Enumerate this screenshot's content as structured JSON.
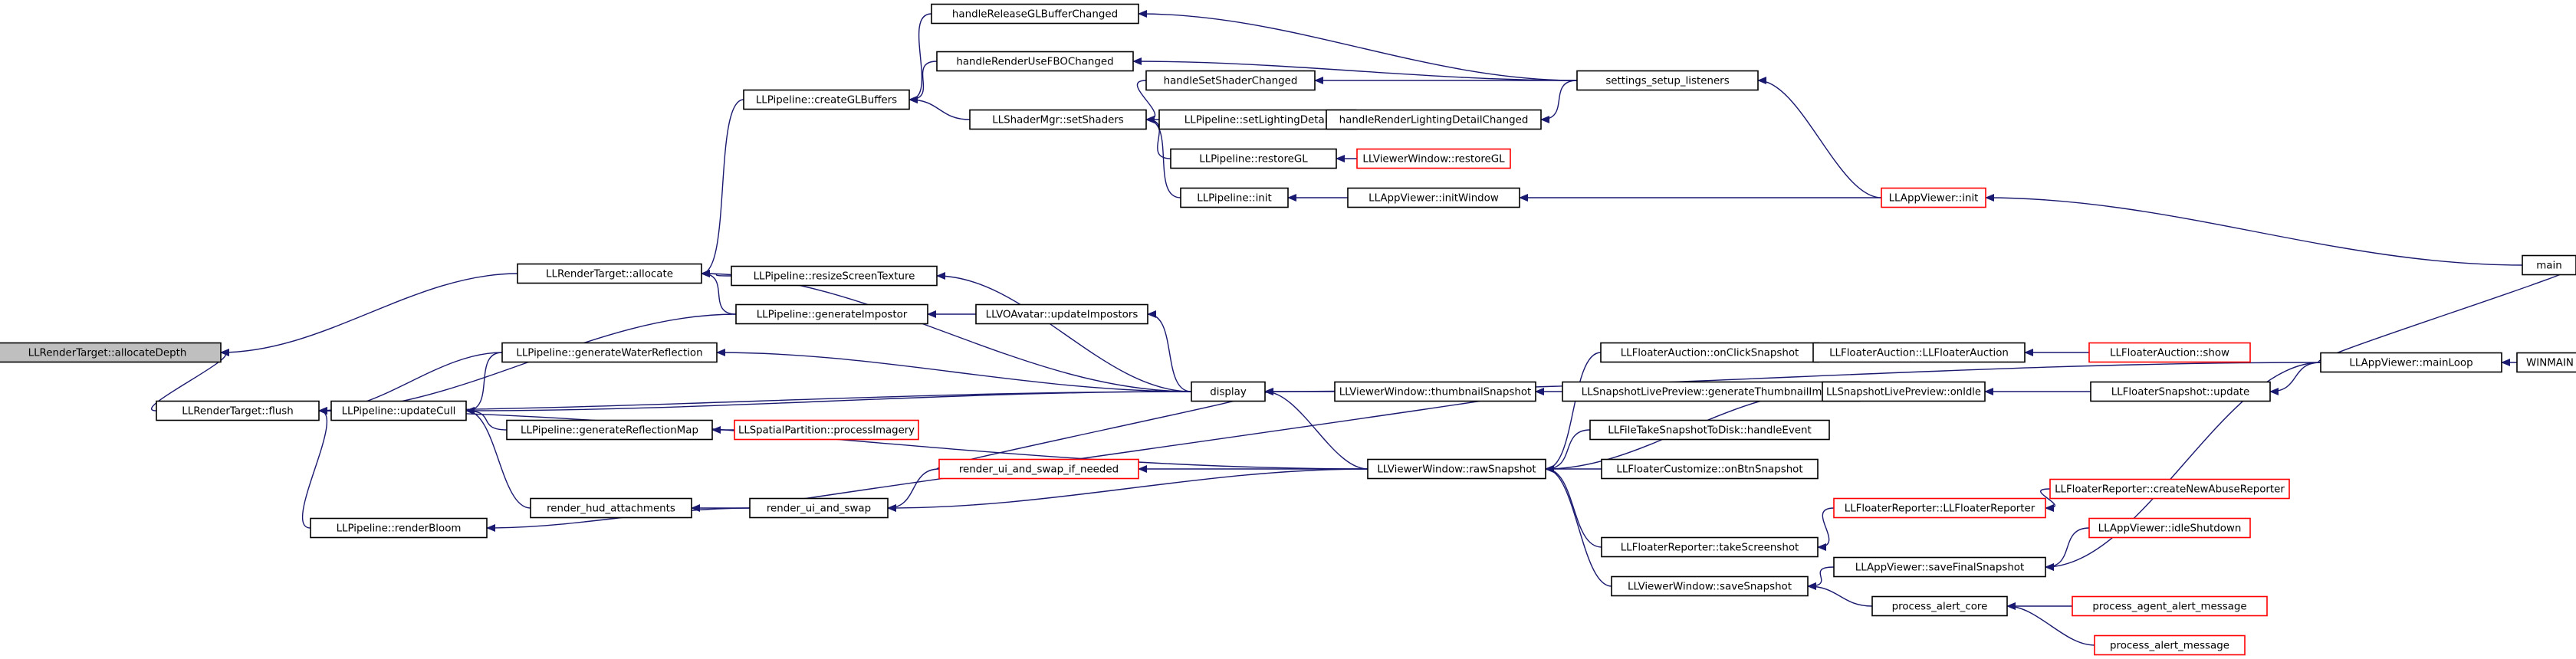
{
  "graph": {
    "root": "LLRenderTarget::allocateDepth",
    "colors": {
      "edge": "#191970",
      "truncated_border": "#ff0000",
      "root_fill": "#bfbfbf",
      "node_border": "#000000"
    },
    "nodes": [
      {
        "id": "allocateDepth",
        "label": "LLRenderTarget::allocateDepth",
        "root": true
      },
      {
        "id": "allocate",
        "label": "LLRenderTarget::allocate"
      },
      {
        "id": "flush",
        "label": "LLRenderTarget::flush"
      },
      {
        "id": "createGLBuffers",
        "label": "LLPipeline::createGLBuffers"
      },
      {
        "id": "handleReleaseGLBufferChanged",
        "label": "handleReleaseGLBufferChanged"
      },
      {
        "id": "handleRenderUseFBOChanged",
        "label": "handleRenderUseFBOChanged"
      },
      {
        "id": "setShaders",
        "label": "LLShaderMgr::setShaders"
      },
      {
        "id": "handleSetShaderChanged",
        "label": "handleSetShaderChanged"
      },
      {
        "id": "setLightingDetail",
        "label": "LLPipeline::setLightingDetail"
      },
      {
        "id": "handleRenderLightingDetailChanged",
        "label": "handleRenderLightingDetailChanged"
      },
      {
        "id": "settings_setup_listeners",
        "label": "settings_setup_listeners"
      },
      {
        "id": "restoreGL",
        "label": "LLPipeline::restoreGL"
      },
      {
        "id": "winRestoreGL",
        "label": "LLViewerWindow::restoreGL",
        "truncated": true
      },
      {
        "id": "pipelineInit",
        "label": "LLPipeline::init"
      },
      {
        "id": "initWindow",
        "label": "LLAppViewer::initWindow"
      },
      {
        "id": "appInit",
        "label": "LLAppViewer::init",
        "truncated": true
      },
      {
        "id": "main",
        "label": "main"
      },
      {
        "id": "resizeScreenTexture",
        "label": "LLPipeline::resizeScreenTexture"
      },
      {
        "id": "generateImpostor",
        "label": "LLPipeline::generateImpostor"
      },
      {
        "id": "updateImpostors",
        "label": "LLVOAvatar::updateImpostors"
      },
      {
        "id": "generateWaterReflection",
        "label": "LLPipeline::generateWaterReflection"
      },
      {
        "id": "updateCull",
        "label": "LLPipeline::updateCull"
      },
      {
        "id": "generateReflectionMap",
        "label": "LLPipeline::generateReflectionMap"
      },
      {
        "id": "processImagery",
        "label": "LLSpatialPartition::processImagery",
        "truncated": true
      },
      {
        "id": "display",
        "label": "display"
      },
      {
        "id": "thumbnailSnapshot",
        "label": "LLViewerWindow::thumbnailSnapshot"
      },
      {
        "id": "generateThumbnailImage",
        "label": "LLSnapshotLivePreview::generateThumbnailImage"
      },
      {
        "id": "onIdle",
        "label": "LLSnapshotLivePreview::onIdle"
      },
      {
        "id": "snapshotUpdate",
        "label": "LLFloaterSnapshot::update"
      },
      {
        "id": "mainLoop",
        "label": "LLAppViewer::mainLoop"
      },
      {
        "id": "WINMAIN",
        "label": "WINMAIN"
      },
      {
        "id": "onClickSnapshot",
        "label": "LLFloaterAuction::onClickSnapshot"
      },
      {
        "id": "floaterAuctionCtor",
        "label": "LLFloaterAuction::LLFloaterAuction"
      },
      {
        "id": "auctionShow",
        "label": "LLFloaterAuction::show",
        "truncated": true
      },
      {
        "id": "render_hud_attachments",
        "label": "render_hud_attachments"
      },
      {
        "id": "renderBloom",
        "label": "LLPipeline::renderBloom"
      },
      {
        "id": "render_ui_and_swap_if_needed",
        "label": "render_ui_and_swap_if_needed",
        "truncated": true
      },
      {
        "id": "render_ui_and_swap",
        "label": "render_ui_and_swap"
      },
      {
        "id": "rawSnapshot",
        "label": "LLViewerWindow::rawSnapshot"
      },
      {
        "id": "handleEvent",
        "label": "LLFileTakeSnapshotToDisk::handleEvent"
      },
      {
        "id": "onBtnSnapshot",
        "label": "LLFloaterCustomize::onBtnSnapshot"
      },
      {
        "id": "reporterCtor",
        "label": "LLFloaterReporter::LLFloaterReporter",
        "truncated": true
      },
      {
        "id": "createNewAbuseReporter",
        "label": "LLFloaterReporter::createNewAbuseReporter",
        "truncated": true
      },
      {
        "id": "takeScreenshot",
        "label": "LLFloaterReporter::takeScreenshot"
      },
      {
        "id": "idleShutdown",
        "label": "LLAppViewer::idleShutdown",
        "truncated": true
      },
      {
        "id": "saveFinalSnapshot",
        "label": "LLAppViewer::saveFinalSnapshot"
      },
      {
        "id": "saveSnapshot",
        "label": "LLViewerWindow::saveSnapshot"
      },
      {
        "id": "process_alert_core",
        "label": "process_alert_core"
      },
      {
        "id": "process_agent_alert_message",
        "label": "process_agent_alert_message",
        "truncated": true
      },
      {
        "id": "process_alert_message",
        "label": "process_alert_message",
        "truncated": true
      }
    ],
    "edges": [
      [
        "allocate",
        "allocateDepth"
      ],
      [
        "flush",
        "allocateDepth"
      ],
      [
        "createGLBuffers",
        "allocate"
      ],
      [
        "resizeScreenTexture",
        "allocate"
      ],
      [
        "generateImpostor",
        "allocate"
      ],
      [
        "display",
        "allocate"
      ],
      [
        "handleReleaseGLBufferChanged",
        "createGLBuffers"
      ],
      [
        "handleRenderUseFBOChanged",
        "createGLBuffers"
      ],
      [
        "setShaders",
        "createGLBuffers"
      ],
      [
        "settings_setup_listeners",
        "handleReleaseGLBufferChanged"
      ],
      [
        "settings_setup_listeners",
        "handleRenderUseFBOChanged"
      ],
      [
        "handleSetShaderChanged",
        "setShaders"
      ],
      [
        "setLightingDetail",
        "setShaders"
      ],
      [
        "restoreGL",
        "setShaders"
      ],
      [
        "pipelineInit",
        "setShaders"
      ],
      [
        "settings_setup_listeners",
        "handleSetShaderChanged"
      ],
      [
        "handleRenderLightingDetailChanged",
        "setLightingDetail"
      ],
      [
        "settings_setup_listeners",
        "handleRenderLightingDetailChanged"
      ],
      [
        "appInit",
        "settings_setup_listeners"
      ],
      [
        "winRestoreGL",
        "restoreGL"
      ],
      [
        "initWindow",
        "pipelineInit"
      ],
      [
        "appInit",
        "initWindow"
      ],
      [
        "main",
        "appInit"
      ],
      [
        "display",
        "resizeScreenTexture"
      ],
      [
        "updateImpostors",
        "generateImpostor"
      ],
      [
        "display",
        "updateImpostors"
      ],
      [
        "generateImpostor",
        "flush"
      ],
      [
        "generateWaterReflection",
        "flush"
      ],
      [
        "updateCull",
        "flush"
      ],
      [
        "renderBloom",
        "flush"
      ],
      [
        "display",
        "flush"
      ],
      [
        "rawSnapshot",
        "flush"
      ],
      [
        "display",
        "generateWaterReflection"
      ],
      [
        "generateWaterReflection",
        "updateCull"
      ],
      [
        "generateReflectionMap",
        "updateCull"
      ],
      [
        "display",
        "updateCull"
      ],
      [
        "render_hud_attachments",
        "updateCull"
      ],
      [
        "processImagery",
        "generateReflectionMap"
      ],
      [
        "render_ui_and_swap",
        "render_hud_attachments"
      ],
      [
        "render_ui_and_swap",
        "renderBloom"
      ],
      [
        "thumbnailSnapshot",
        "display"
      ],
      [
        "rawSnapshot",
        "display"
      ],
      [
        "render_ui_and_swap_if_needed",
        "display"
      ],
      [
        "mainLoop",
        "display"
      ],
      [
        "generateThumbnailImage",
        "thumbnailSnapshot"
      ],
      [
        "render_ui_and_swap",
        "thumbnailSnapshot"
      ],
      [
        "onIdle",
        "generateThumbnailImage"
      ],
      [
        "snapshotUpdate",
        "onIdle"
      ],
      [
        "mainLoop",
        "snapshotUpdate"
      ],
      [
        "WINMAIN",
        "mainLoop"
      ],
      [
        "mainLoop",
        "main"
      ],
      [
        "floaterAuctionCtor",
        "onClickSnapshot"
      ],
      [
        "auctionShow",
        "floaterAuctionCtor"
      ],
      [
        "onClickSnapshot",
        "rawSnapshot"
      ],
      [
        "onIdle",
        "rawSnapshot"
      ],
      [
        "handleEvent",
        "rawSnapshot"
      ],
      [
        "onBtnSnapshot",
        "rawSnapshot"
      ],
      [
        "takeScreenshot",
        "rawSnapshot"
      ],
      [
        "saveSnapshot",
        "rawSnapshot"
      ],
      [
        "render_ui_and_swap_if_needed",
        "render_ui_and_swap"
      ],
      [
        "rawSnapshot",
        "render_ui_and_swap_if_needed"
      ],
      [
        "rawSnapshot",
        "render_ui_and_swap"
      ],
      [
        "reporterCtor",
        "takeScreenshot"
      ],
      [
        "createNewAbuseReporter",
        "reporterCtor"
      ],
      [
        "saveFinalSnapshot",
        "saveSnapshot"
      ],
      [
        "process_alert_core",
        "saveSnapshot"
      ],
      [
        "idleShutdown",
        "saveFinalSnapshot"
      ],
      [
        "mainLoop",
        "saveFinalSnapshot"
      ],
      [
        "process_agent_alert_message",
        "process_alert_core"
      ],
      [
        "process_alert_message",
        "process_alert_core"
      ]
    ]
  }
}
